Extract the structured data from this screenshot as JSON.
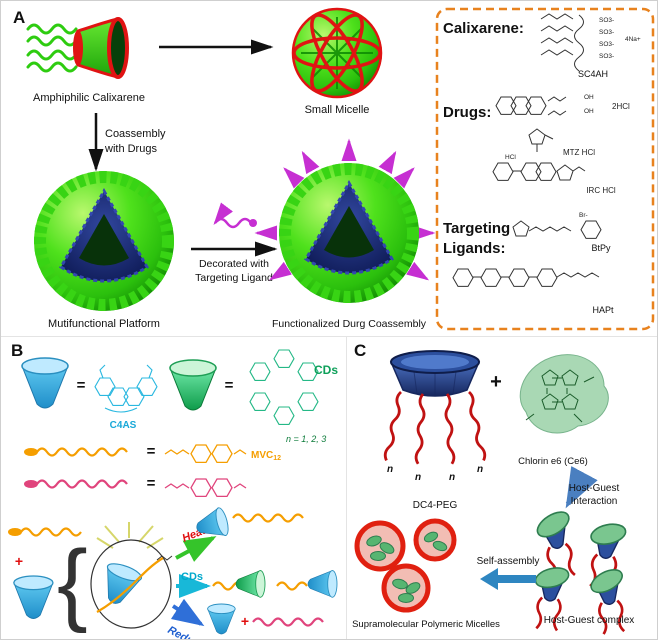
{
  "figure": {
    "panel_a": {
      "label": "A",
      "amphiphilic_caption": "Amphiphilic Calixarene",
      "small_micelle_caption": "Small Micelle",
      "coassembly_line1": "Coassembly",
      "coassembly_line2": "with Drugs",
      "platform_caption": "Mutifunctional Platform",
      "decorated_line1": "Decorated with",
      "decorated_line2": "Targeting Ligand",
      "functionalized_caption": "Functionalized Durg Coassembly",
      "legend": {
        "calixarene_heading": "Calixarene:",
        "sc4ah_label": "SC4AH",
        "so3_label": "SO3-",
        "na_label": "4Na+",
        "drugs_heading": "Drugs:",
        "oh_label": "OH",
        "dox_salt_label": "2HCl",
        "mtz_label": "MTZ HCl",
        "hcl_label": "HCl",
        "irc_label": "IRC HCl",
        "targeting_heading": "Targeting",
        "ligands_heading": "Ligands:",
        "br_label": "Br-",
        "btpy_label": "BtPy",
        "hapt_label": "HAPt"
      }
    },
    "panel_b": {
      "label": "B",
      "equals": "=",
      "c4as_label": "C4AS",
      "cds_label": "CDs",
      "n_values": "n = 1, 2, 3",
      "mvc_label": "MVC",
      "mvc_sub": "12",
      "plus": "+",
      "brace": "{",
      "heating_label": "Heating",
      "cds_arrow_label": "CDs",
      "reduction_label": "Reduction"
    },
    "panel_c": {
      "label": "C",
      "dc4peg_label": "DC4-PEG",
      "n_label": "n",
      "plus": "+",
      "chlorin_label": "Chlorin e6 (Ce6)",
      "hostguest_line1": "Host-Guest",
      "hostguest_line2": "Interaction",
      "selfassembly_label": "Self-assembly",
      "complex_caption": "Host-Guest complex",
      "micelles_caption": "Supramolecular Polymeric Micelles"
    },
    "colors": {
      "green": "#2ecc10",
      "dark_green": "#0a4a0a",
      "red": "#e01313",
      "navy": "#1b2f86",
      "magenta": "#c62fd2",
      "dash_orange": "#e8821e",
      "cup_blue": "#35aee8",
      "cyan": "#00b7d6",
      "orange": "#f59e00",
      "pink": "#e0447c",
      "chain_red": "#c01212",
      "steel_blue": "#2e86c1",
      "mint_green": "#7ac68f",
      "heating_red": "#e01010",
      "reduction_blue": "#1f5fd0"
    }
  }
}
